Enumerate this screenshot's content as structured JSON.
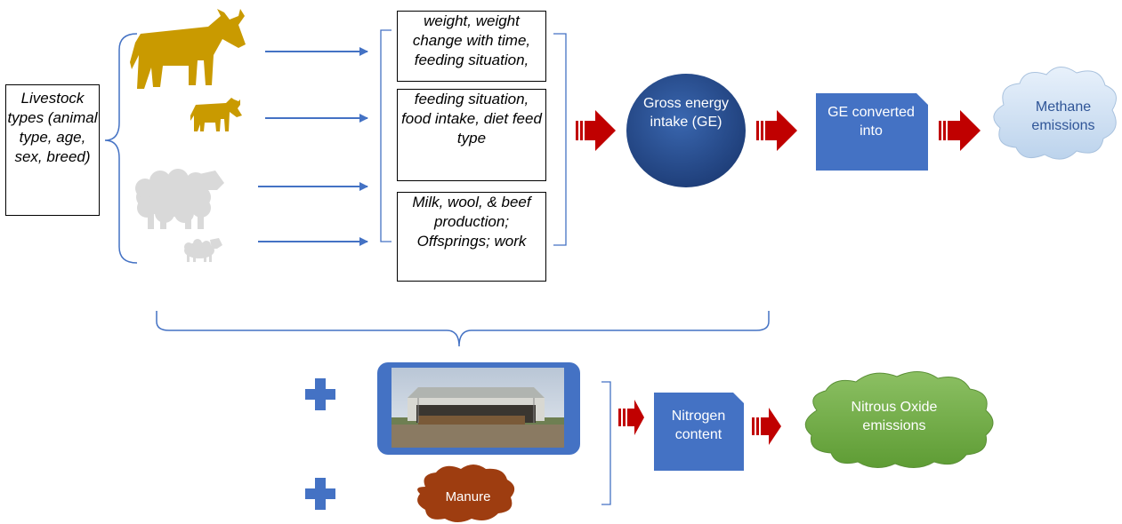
{
  "livestock_box": {
    "text": "Livestock types (animal type, age, sex, breed)"
  },
  "attribute_boxes": [
    {
      "text": "weight, weight change with time, feeding situation,"
    },
    {
      "text": "feeding situation, food intake, diet feed type"
    },
    {
      "text": "Milk, wool, & beef production; Offsprings; work"
    }
  ],
  "nodes": {
    "gross_energy": "Gross energy intake (GE)",
    "ge_converted": "GE converted into",
    "methane": "Methane emissions",
    "nitrogen": "Nitrogen content",
    "nitrous_oxide": "Nitrous Oxide emissions",
    "manure": "Manure"
  },
  "colors": {
    "cattle": "#c99a00",
    "sheep": "#d9d9d9",
    "connector_blue": "#4472c4",
    "big_arrow_red": "#c00000",
    "gross_energy_fill": "#2e5597",
    "doc_fill": "#4472c4",
    "methane_cloud": "#cfe2f3",
    "nitrous_cloud": "#70ad47",
    "manure_fill": "#9e3d10"
  },
  "icons": [
    "cow-large-icon",
    "cow-small-icon",
    "sheep-large-icon",
    "sheep-small-icon",
    "plus-icon",
    "barn-photo"
  ]
}
